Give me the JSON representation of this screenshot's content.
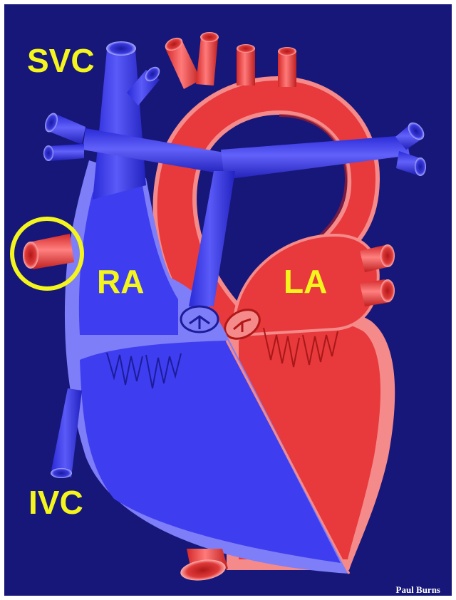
{
  "labels": {
    "svc": "SVC",
    "ra": "RA",
    "la": "LA",
    "ivc": "IVC"
  },
  "credit": "Paul Burns",
  "colors": {
    "background": "#17177a",
    "frame": "#ffffff",
    "deoxygenated_blood": "#3e3ef0",
    "deoxygenated_wall": "#7e7ef8",
    "oxygenated_blood": "#e8393c",
    "oxygenated_wall": "#f58a8a",
    "label_text": "#f5f51e",
    "highlight_circle": "#f5f51e"
  },
  "icons": {
    "highlight": "circle-highlight-icon"
  }
}
